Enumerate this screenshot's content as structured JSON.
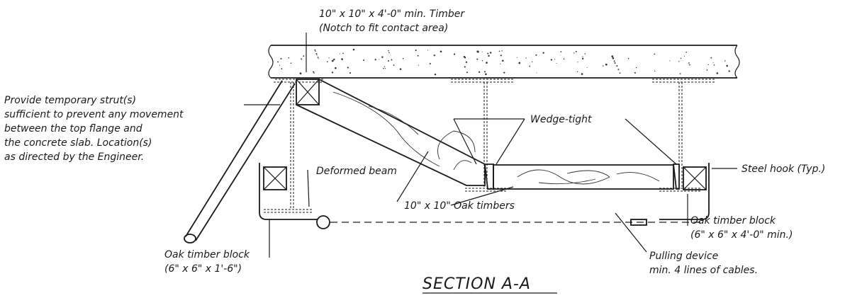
{
  "labels": {
    "timber_top_line1": "10\" x 10\" x 4'-0\" min. Timber",
    "timber_top_line2": "(Notch to fit contact area)",
    "strut_line1": "Provide temporary strut(s)",
    "strut_line2": "sufficient to prevent any movement",
    "strut_line3": "between the top flange and",
    "strut_line4": "the concrete slab.  Location(s)",
    "strut_line5": "as directed by the Engineer.",
    "wedge_tight": "Wedge-tight",
    "deformed_beam": "Deformed beam",
    "steel_hook": "Steel hook (Typ.)",
    "oak_timbers": "10\" x 10\" Oak timbers",
    "oak_block_right_line1": "Oak timber block",
    "oak_block_right_line2": "(6\" x 6\" x 4'-0\" min.)",
    "oak_block_left_line1": "Oak timber block",
    "oak_block_left_line2": "(6\" x 6\" x 1'-6\")",
    "pulling_line1": "Pulling device",
    "pulling_line2": "min. 4 lines of cables."
  },
  "title": "SECTION A-A"
}
